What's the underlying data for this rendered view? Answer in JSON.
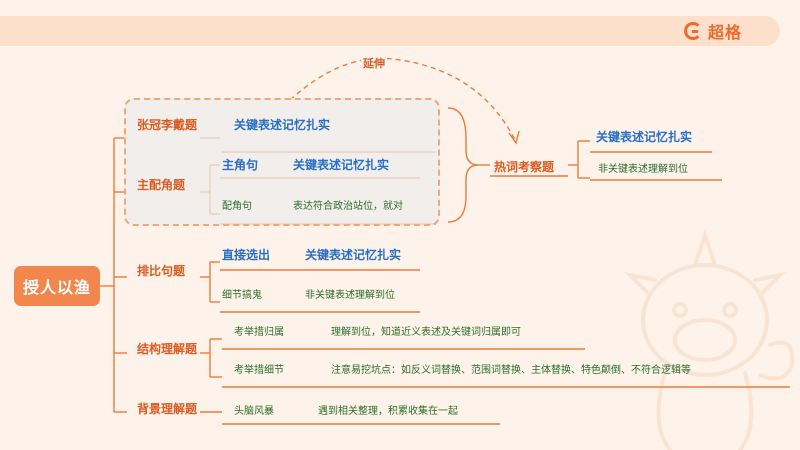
{
  "brand": {
    "name": "超格"
  },
  "root": "授人以渔",
  "extend_label": "延伸",
  "branches": {
    "b1": {
      "label": "张冠李戴题",
      "detail": "关键表述记忆扎实"
    },
    "b2": {
      "label": "主配角题",
      "sub1": {
        "label": "主角句",
        "detail": "关键表述记忆扎实"
      },
      "sub2": {
        "label": "配角句",
        "detail": "表达符合政治站位，就对"
      }
    },
    "b3": {
      "label": "排比句题",
      "sub1": {
        "label": "直接选出",
        "detail": "关键表述记忆扎实"
      },
      "sub2": {
        "label": "细节搞鬼",
        "detail": "非关键表述理解到位"
      }
    },
    "b4": {
      "label": "结构理解题",
      "sub1": {
        "label": "考举措归属",
        "detail": "理解到位，知道近义表述及关键词归属即可"
      },
      "sub2": {
        "label": "考举措细节",
        "detail": "注意易挖坑点：如反义词替换、范围词替换、主体替换、特色颠倒、不符合逻辑等"
      }
    },
    "b5": {
      "label": "背景理解题",
      "sub": "头脑风暴",
      "detail": "遇到相关整理，积累收集在一起"
    }
  },
  "hot": {
    "label": "热词考察题",
    "sub1": "关键表述记忆扎实",
    "sub2": "非关键表述理解到位"
  }
}
